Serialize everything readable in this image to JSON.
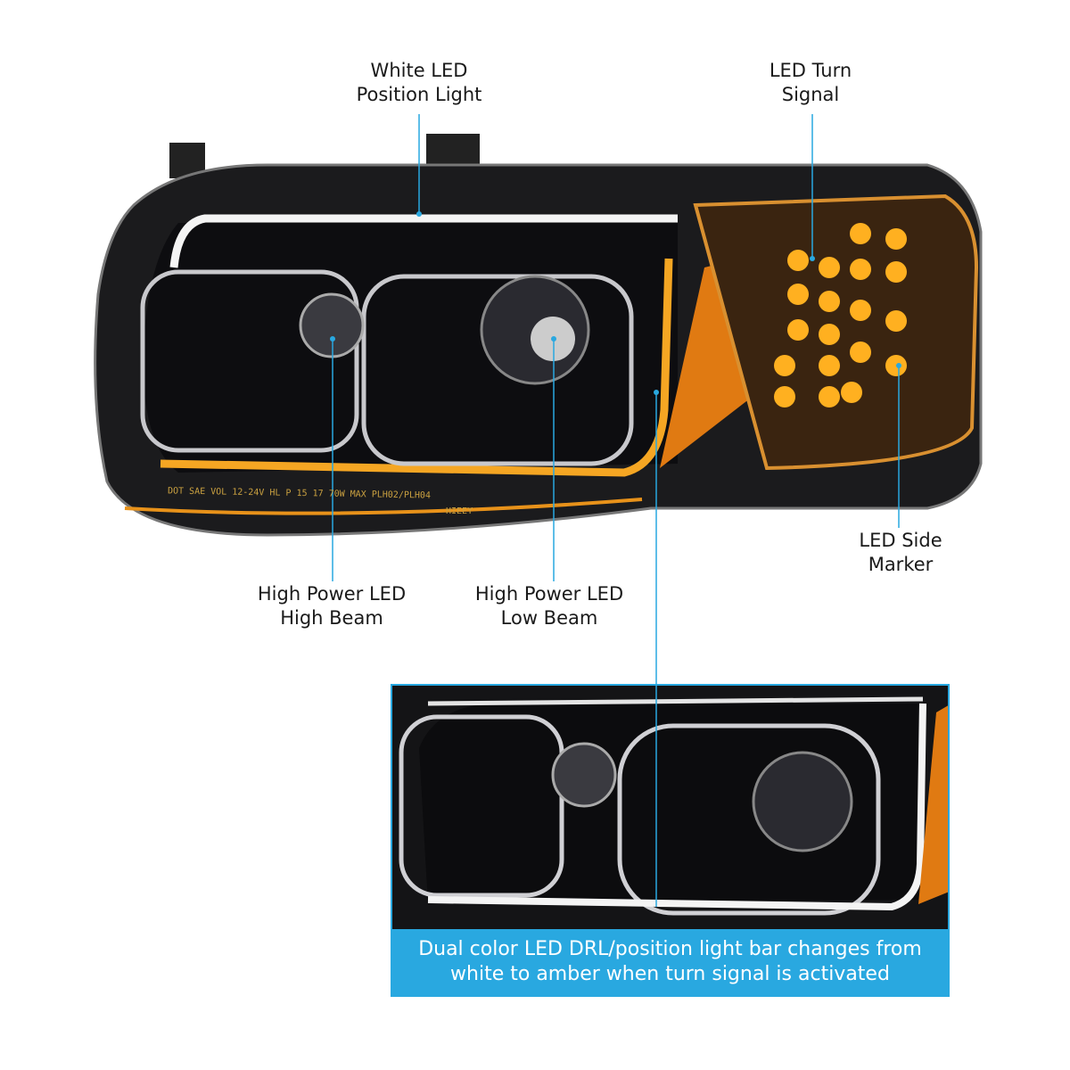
{
  "callouts": {
    "white_led": {
      "line1": "White LED",
      "line2": "Position Light"
    },
    "turn_signal": {
      "line1": "LED Turn",
      "line2": "Signal"
    },
    "side_marker": {
      "line1": "LED Side",
      "line2": "Marker"
    },
    "high_beam": {
      "line1": "High Power LED",
      "line2": "High Beam"
    },
    "low_beam": {
      "line1": "High Power LED",
      "line2": "Low Beam"
    }
  },
  "inset": {
    "caption_line1": "Dual color LED DRL/position light bar changes from",
    "caption_line2": "white to amber when turn signal is activated"
  },
  "product_marking": {
    "text": "DOT SAE VOL 12-24V HL P 15 17 70W MAX PLH02/PLH04",
    "code": "HIEEY"
  },
  "colors": {
    "callout_line": "#29a8e0",
    "caption_bg": "#29a8e0",
    "amber": "#f5a623",
    "housing": "#1b1b1d"
  }
}
